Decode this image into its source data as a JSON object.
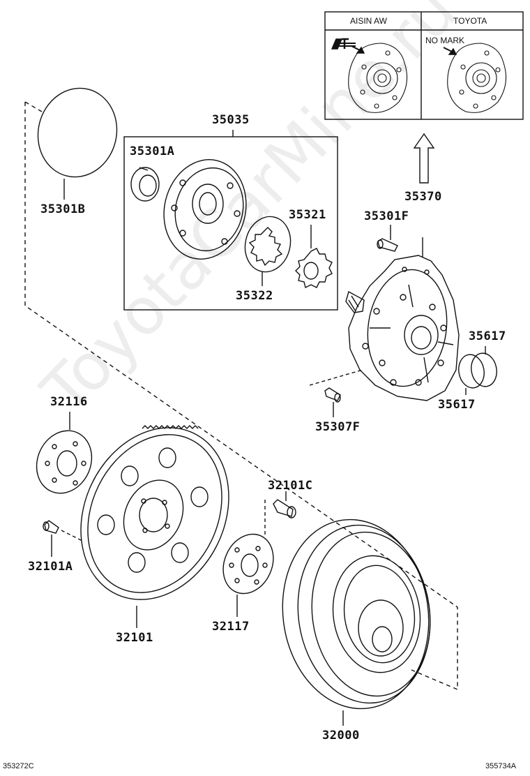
{
  "parts": {
    "p35301B": "35301B",
    "p35035": "35035",
    "p35301A": "35301A",
    "p35321": "35321",
    "p35322": "35322",
    "p35370": "35370",
    "p35301F": "35301F",
    "p35617a": "35617",
    "p35617b": "35617",
    "p35307F": "35307F",
    "p32116": "32116",
    "p32101C": "32101C",
    "p32101A": "32101A",
    "p32101": "32101",
    "p32117": "32117",
    "p32000": "32000"
  },
  "inset": {
    "col1": "AISIN AW",
    "col2": "TOYOTA",
    "no_mark": "NO MARK",
    "logo": "AT"
  },
  "footer": {
    "left_code": "353272C",
    "right_code": "355734A"
  },
  "watermark": "ToyotaCarMine.ru"
}
